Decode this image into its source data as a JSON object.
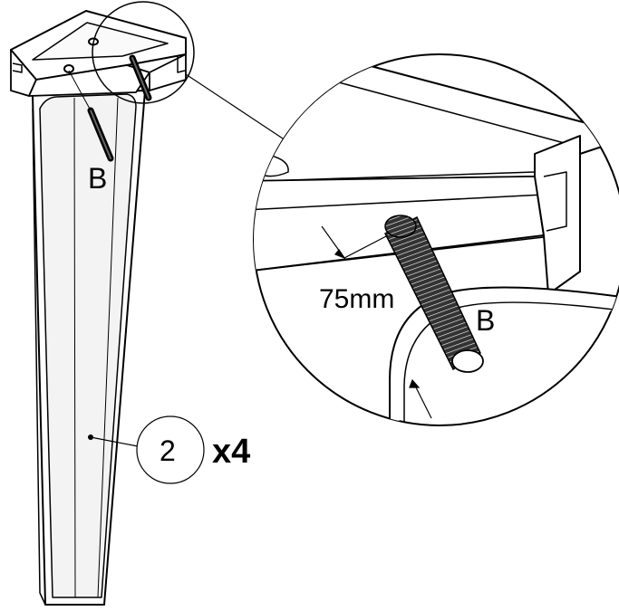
{
  "labels": {
    "screw_label_main": "B",
    "screw_label_detail": "B",
    "dimension": "75mm",
    "part_number": "2",
    "quantity": "x4"
  },
  "colors": {
    "line": "#000000",
    "background": "#ffffff",
    "shade": "#e9e9e9"
  },
  "icons": {
    "screw": "threaded-rod-icon",
    "part_callout": "circle-callout-icon",
    "detail_view": "magnified-detail-circle"
  }
}
